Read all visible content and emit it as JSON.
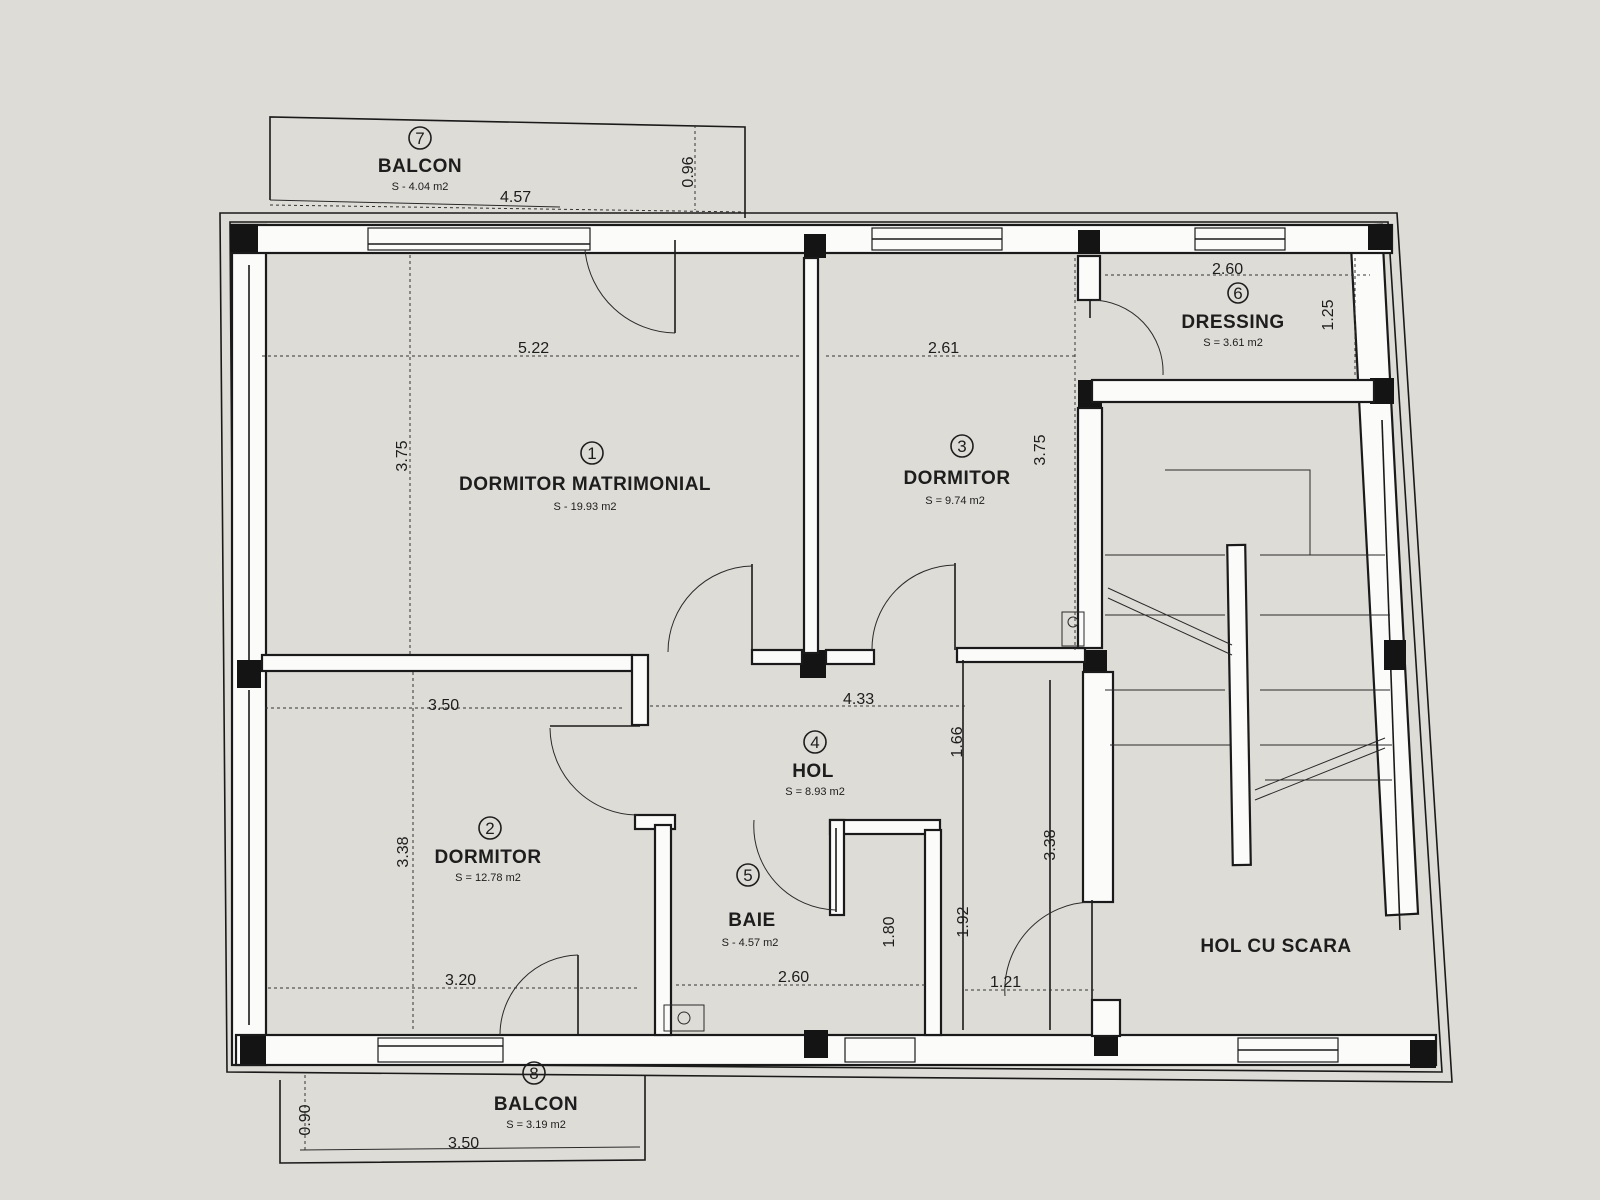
{
  "rooms": {
    "r1": {
      "num": "1",
      "name": "DORMITOR MATRIMONIAL",
      "area": "S - 19.93 m2"
    },
    "r2": {
      "num": "2",
      "name": "DORMITOR",
      "area": "S = 12.78 m2"
    },
    "r3": {
      "num": "3",
      "name": "DORMITOR",
      "area": "S = 9.74 m2"
    },
    "r4": {
      "num": "4",
      "name": "HOL",
      "area": "S = 8.93 m2"
    },
    "r5": {
      "num": "5",
      "name": "BAIE",
      "area": "S - 4.57 m2"
    },
    "r6": {
      "num": "6",
      "name": "DRESSING",
      "area": "S = 3.61 m2"
    },
    "r7": {
      "num": "7",
      "name": "BALCON",
      "area": "S - 4.04 m2"
    },
    "r8": {
      "num": "8",
      "name": "BALCON",
      "area": "S = 3.19 m2"
    },
    "stair": {
      "name": "HOL CU SCARA"
    }
  },
  "dims": {
    "balcony_top_width": "4.57",
    "balcony_top_depth": "0.96",
    "master_width": "5.22",
    "master_height": "3.75",
    "bed3_width": "2.61",
    "bed3_height": "3.75",
    "dressing_width": "2.60",
    "dressing_height": "1.25",
    "bed2_width_top": "3.50",
    "hall_width": "4.33",
    "hall_height": "1.66",
    "bed2_height": "3.38",
    "bed2_width_bottom": "3.20",
    "bath_width": "2.60",
    "bath_height": "1.80",
    "corridor_height": "1.92",
    "corridor_width": "1.21",
    "stair_height": "3.38",
    "balcony_bottom_depth": "0.90",
    "balcony_bottom_width": "3.50"
  }
}
